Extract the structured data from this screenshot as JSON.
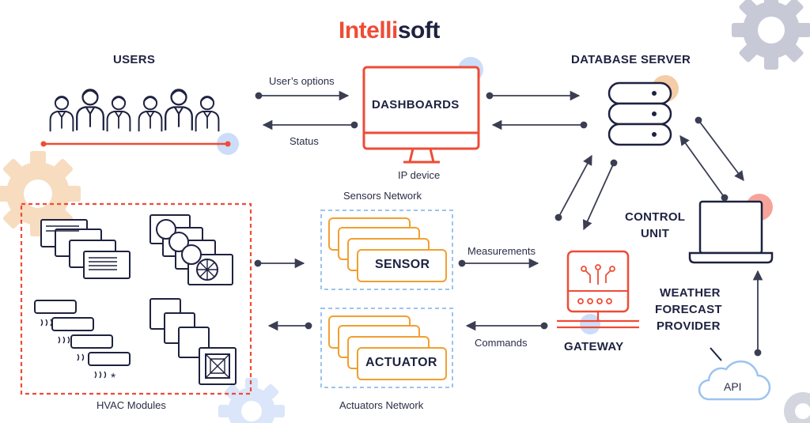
{
  "logo": {
    "part1": "Intelli",
    "part2": "soft"
  },
  "headings": {
    "users": "USERS",
    "database_server": "DATABASE SERVER",
    "dashboards": "DASHBOARDS",
    "control_unit_line1": "CONTROL",
    "control_unit_line2": "UNIT",
    "weather_line1": "WEATHER",
    "weather_line2": "FORECAST",
    "weather_line3": "PROVIDER",
    "gateway": "GATEWAY",
    "sensor": "SENSOR",
    "actuator": "ACTUATOR",
    "api": "API"
  },
  "labels": {
    "users_options": "User’s options",
    "status": "Status",
    "ip_device": "IP device",
    "sensors_network": "Sensors Network",
    "actuators_network": "Actuators Network",
    "measurements": "Measurements",
    "commands": "Commands",
    "hvac_modules": "HVAC Modules"
  },
  "icons": [
    "gear-icon",
    "users-group-icon",
    "monitor-icon",
    "database-server-icon",
    "laptop-icon",
    "gateway-router-icon",
    "cloud-icon",
    "air-conditioner-icon",
    "fan-unit-icon",
    "vent-grille-icon",
    "split-unit-icon"
  ],
  "colors": {
    "navy": "#1e2240",
    "red": "#ee4c36",
    "orange": "#f0a030",
    "dashed_blue": "#9cc3f0",
    "gear_gray": "#c7c9d6",
    "gear_peach": "#f7dcc0",
    "gear_blue": "#dbe6fa",
    "accent_blue": "#c7d9f8",
    "accent_peach": "#f3c79b",
    "accent_red": "#f59a8f"
  }
}
